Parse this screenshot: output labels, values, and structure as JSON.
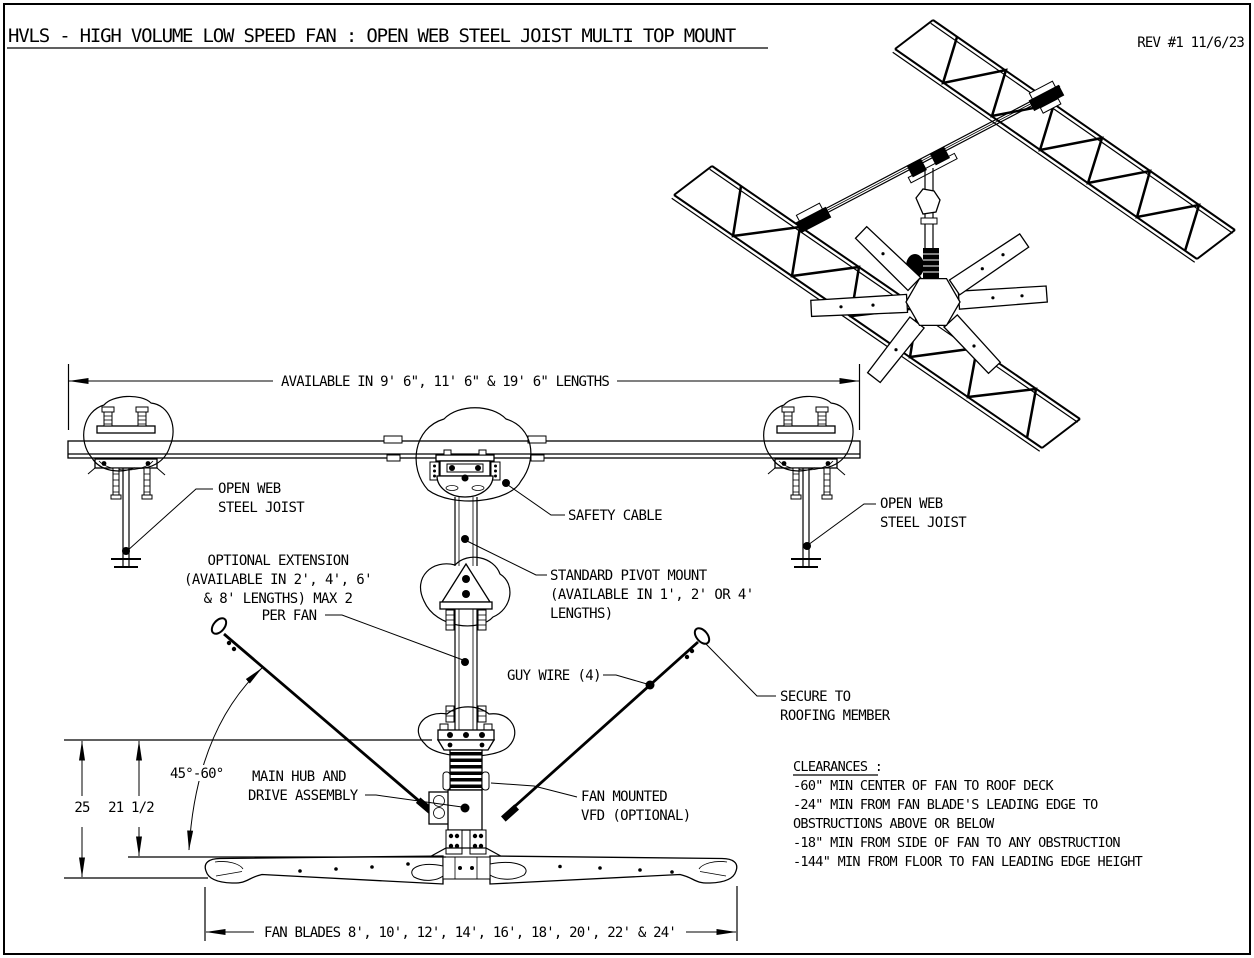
{
  "title": "HVLS - HIGH VOLUME LOW SPEED FAN : OPEN WEB STEEL JOIST MULTI TOP MOUNT",
  "revision": "REV #1 11/6/23",
  "dims": {
    "rail_lengths": "AVAILABLE IN 9' 6\", 11' 6\" & 19' 6\" LENGTHS",
    "blade_sizes": "FAN BLADES 8', 10', 12', 14', 16', 18', 20', 22' & 24'",
    "height_total": "25",
    "height_blade": "21 1/2",
    "guy_angle": "45°-60°"
  },
  "labels": {
    "open_web_left_1": "OPEN WEB",
    "open_web_left_2": "STEEL JOIST",
    "open_web_right_1": "OPEN WEB",
    "open_web_right_2": "STEEL JOIST",
    "safety_cable": "SAFETY CABLE",
    "pivot_mount_1": "STANDARD PIVOT MOUNT",
    "pivot_mount_2": "(AVAILABLE IN 1', 2' OR 4'",
    "pivot_mount_3": "LENGTHS)",
    "extension_1": "OPTIONAL EXTENSION",
    "extension_2": "(AVAILABLE IN 2', 4', 6'",
    "extension_3": "& 8' LENGTHS) MAX 2",
    "extension_4": "PER FAN",
    "guy_wire": "GUY WIRE (4)",
    "secure_1": "SECURE TO",
    "secure_2": "ROOFING MEMBER",
    "main_hub_1": "MAIN HUB AND",
    "main_hub_2": "DRIVE ASSEMBLY",
    "vfd_1": "FAN MOUNTED",
    "vfd_2": "VFD (OPTIONAL)"
  },
  "clearances": {
    "heading": "CLEARANCES :",
    "lines": [
      "-60\" MIN CENTER OF FAN TO ROOF DECK",
      "-24\" MIN FROM FAN BLADE'S LEADING EDGE TO",
      "OBSTRUCTIONS ABOVE OR BELOW",
      "-18\" MIN FROM SIDE OF FAN TO ANY OBSTRUCTION",
      "-144\" MIN FROM FLOOR TO FAN LEADING EDGE HEIGHT"
    ]
  },
  "colors": {
    "ink": "#000000",
    "paper": "#ffffff"
  }
}
